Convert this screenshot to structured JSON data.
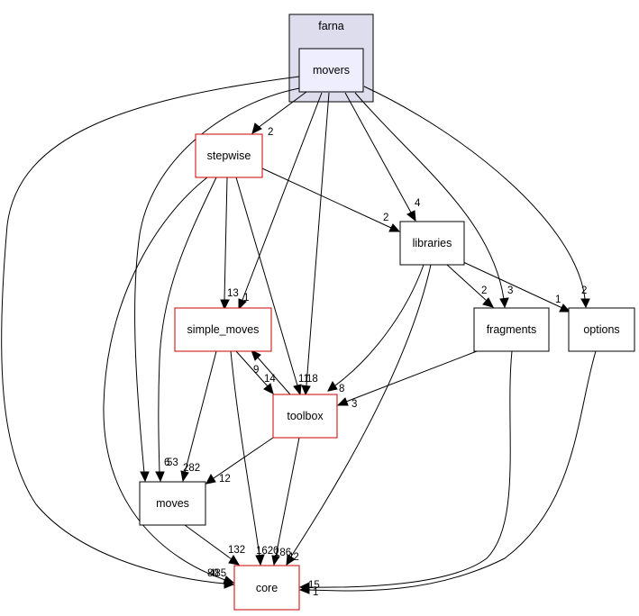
{
  "colors": {
    "cluster_fill": "#ddddee",
    "cluster_stroke": "#000000",
    "current_fill": "#eeeeff",
    "red_stroke": "#cc0000",
    "black_stroke": "#000000",
    "edge": "#000000"
  },
  "cluster": {
    "label": "farna"
  },
  "nodes": {
    "movers": "movers",
    "stepwise": "stepwise",
    "libraries": "libraries",
    "simple_moves": "simple_moves",
    "fragments": "fragments",
    "options": "options",
    "toolbox": "toolbox",
    "moves": "moves",
    "core": "core"
  },
  "edges": [
    {
      "from": "movers",
      "to": "stepwise",
      "label": "2"
    },
    {
      "from": "movers",
      "to": "libraries",
      "label": "4"
    },
    {
      "from": "movers",
      "to": "fragments",
      "label": "3"
    },
    {
      "from": "movers",
      "to": "options",
      "label": "2"
    },
    {
      "from": "movers",
      "to": "simple_moves",
      "label": "1"
    },
    {
      "from": "movers",
      "to": "toolbox",
      "label": "18"
    },
    {
      "from": "movers",
      "to": "moves",
      "label": "6"
    },
    {
      "from": "movers",
      "to": "core",
      "label": "80"
    },
    {
      "from": "stepwise",
      "to": "libraries",
      "label": "2"
    },
    {
      "from": "stepwise",
      "to": "simple_moves",
      "label": "13"
    },
    {
      "from": "stepwise",
      "to": "toolbox",
      "label": "11"
    },
    {
      "from": "stepwise",
      "to": "moves",
      "label": "53"
    },
    {
      "from": "stepwise",
      "to": "core",
      "label": "485"
    },
    {
      "from": "libraries",
      "to": "fragments",
      "label": "2"
    },
    {
      "from": "libraries",
      "to": "options",
      "label": "1"
    },
    {
      "from": "libraries",
      "to": "toolbox",
      "label": "8"
    },
    {
      "from": "libraries",
      "to": "core",
      "label": "42"
    },
    {
      "from": "simple_moves",
      "to": "toolbox",
      "label": "14"
    },
    {
      "from": "toolbox",
      "to": "simple_moves",
      "label": "9"
    },
    {
      "from": "simple_moves",
      "to": "moves",
      "label": "282"
    },
    {
      "from": "simple_moves",
      "to": "core",
      "label": "1620"
    },
    {
      "from": "fragments",
      "to": "toolbox",
      "label": "3"
    },
    {
      "from": "fragments",
      "to": "core",
      "label": "15"
    },
    {
      "from": "options",
      "to": "core",
      "label": "1"
    },
    {
      "from": "toolbox",
      "to": "moves",
      "label": "12"
    },
    {
      "from": "toolbox",
      "to": "core",
      "label": "186"
    },
    {
      "from": "moves",
      "to": "core",
      "label": "132"
    }
  ]
}
